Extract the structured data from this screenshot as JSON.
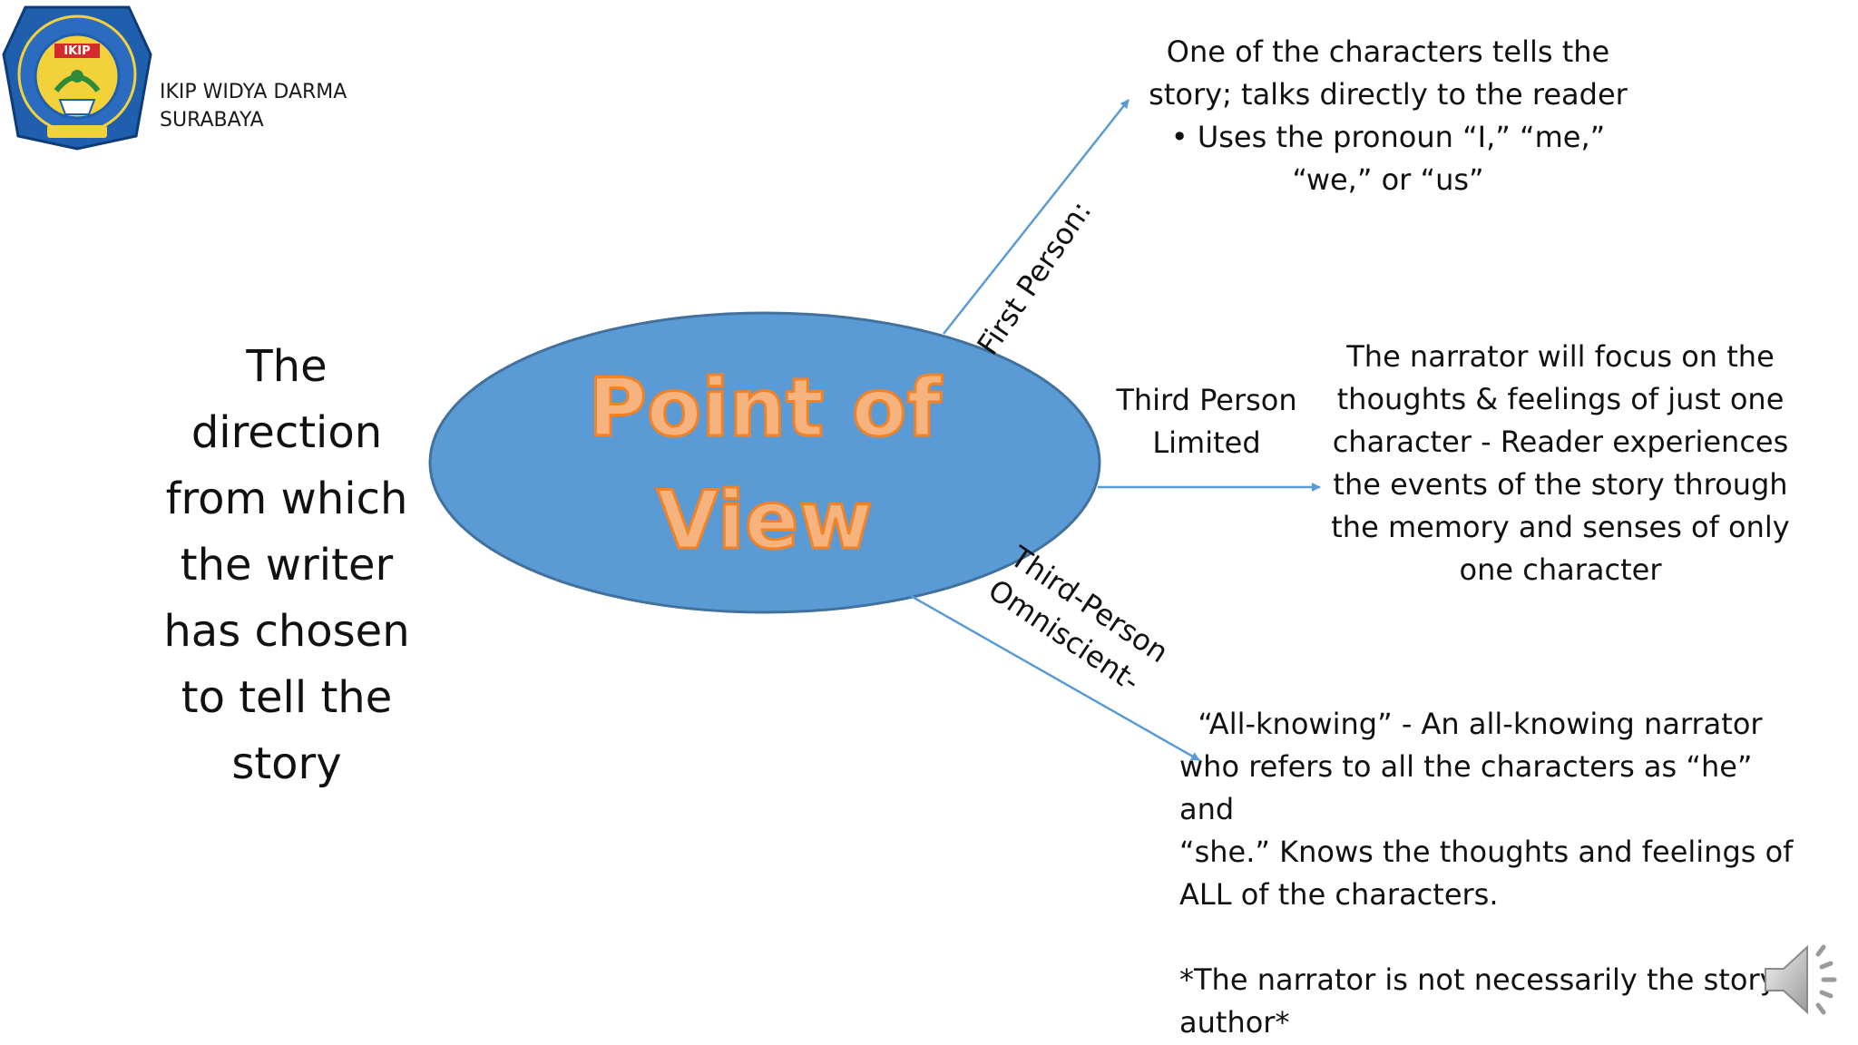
{
  "header": {
    "institution_line1": "IKIP WIDYA DARMA",
    "institution_line2": "SURABAYA",
    "logo": {
      "icon": "ikip-widya-darma-seal",
      "banner_text": "IKIP",
      "colors": {
        "ring": "#1f5fae",
        "inner": "#f2d13a"
      }
    }
  },
  "definition": {
    "lines": [
      "The",
      "direction",
      "from which",
      "the writer",
      "has chosen",
      "to tell the",
      "story"
    ]
  },
  "center": {
    "title_line1": "Point of",
    "title_line2": "View",
    "colors": {
      "ellipse_fill": "#5b9bd5",
      "ellipse_stroke": "#41719c",
      "title_fill": "#f6b37e",
      "title_stroke": "#f08228"
    }
  },
  "branches": {
    "first_person": {
      "label": "First Person:",
      "description": [
        "One of the characters tells the",
        "story; talks directly to the reader",
        "• Uses the pronoun “I,” “me,”",
        "“we,” or “us”"
      ]
    },
    "third_limited": {
      "label_line1": "Third Person",
      "label_line2": "Limited",
      "description": [
        "The narrator will focus on the",
        "thoughts & feelings of just one",
        "character - Reader experiences",
        "the events of the story through",
        "the memory and senses of only",
        "one character"
      ]
    },
    "third_omniscient": {
      "label_line1": "Third-Person",
      "label_line2": "Omniscient-",
      "description": [
        "  “All-knowing” - An all-knowing narrator",
        "who refers to all the characters as “he” and",
        "“she.” Knows the thoughts and feelings of",
        "ALL of the characters."
      ],
      "note": [
        "*The narrator is not necessarily the story’s",
        "author*"
      ]
    }
  },
  "colors": {
    "arrow": "#5b9bd5"
  },
  "audio": {
    "icon": "speaker-icon"
  }
}
